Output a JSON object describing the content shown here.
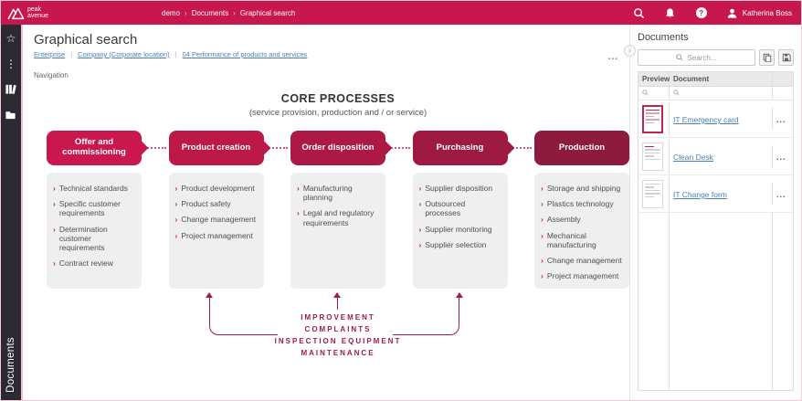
{
  "colors": {
    "topbar": "#C8174E",
    "sidebar_bg": "#2B2A33",
    "link": "#4A7EBB",
    "feedback": "#A21C45"
  },
  "topbar": {
    "logo_line1": "peak",
    "logo_line2": "avenue",
    "breadcrumb": [
      "demo",
      "Documents",
      "Graphical search"
    ],
    "breadcrumb_separator": "›",
    "help_glyph": "?",
    "user_name": "Katherina Boss"
  },
  "sidebar": {
    "active_module_label": "Documents",
    "ellipsis_glyph": "⋮",
    "star_glyph": "☆"
  },
  "page": {
    "title": "Graphical search",
    "links": [
      "Enterprise",
      "Company (Corporate location)",
      "04 Performance of products and services"
    ],
    "link_separator": "|",
    "section_label": "Navigation",
    "more_label": "..."
  },
  "diagram": {
    "title": "CORE PROCESSES",
    "subtitle": "(service provision, production and / or service)",
    "chevron_glyph": "›",
    "processes": [
      {
        "label": "Offer and commissioning",
        "color": "#C9184D",
        "items": [
          "Technical standards",
          "Specific customer requirements",
          "Determination customer requirements",
          "Contract review"
        ]
      },
      {
        "label": "Product creation",
        "color": "#BC1949",
        "items": [
          "Product development",
          "Product safety",
          "Change management",
          "Project management"
        ]
      },
      {
        "label": "Order disposition",
        "color": "#AC1945",
        "items": [
          "Manufacturing planning",
          "Legal and regulatory requirements"
        ]
      },
      {
        "label": "Purchasing",
        "color": "#9E1A43",
        "items": [
          "Supplier disposition",
          "Outsourced processes",
          "Supplier monitoring",
          "Supplier selection"
        ]
      },
      {
        "label": "Production",
        "color": "#8C1B3E",
        "items": [
          "Storage and shipping",
          "Plastics technology",
          "Assembly",
          "Mechanical manufacturing",
          "Change management",
          "Project management"
        ]
      }
    ],
    "feedback_lines": [
      "IMPROVEMENT",
      "COMPLAINTS",
      "INSPECTION EQUIPMENT",
      "MAINTENANCE"
    ]
  },
  "documents_panel": {
    "title": "Documents",
    "collapse_glyph": "›",
    "search_placeholder": "Search...",
    "columns": [
      "Preview",
      "Document"
    ],
    "rows": [
      {
        "document": "IT Emergency card"
      },
      {
        "document": "Clean Desk"
      },
      {
        "document": "IT Change form"
      }
    ],
    "row_more_label": "..."
  }
}
